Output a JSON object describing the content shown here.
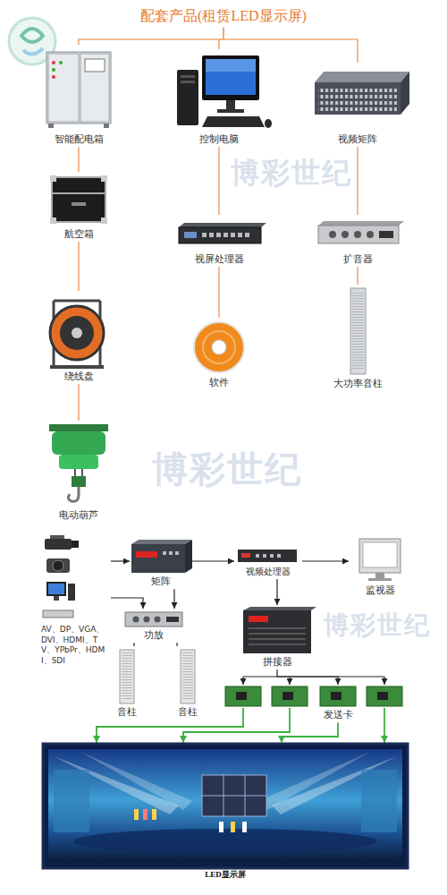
{
  "diagram": {
    "nodes": [
      {
        "text": [
          "配套产品(租赁LED显示屏)"
        ]
      },
      {
        "text": [
          "智能配电箱"
        ]
      },
      {
        "text": [
          "控制电脑"
        ]
      },
      {
        "text": [
          "视频矩阵"
        ]
      },
      {
        "text": [
          "航空箱"
        ]
      },
      {
        "text": [
          "视屏处理器"
        ]
      },
      {
        "text": [
          "扩音器"
        ]
      },
      {
        "text": [
          "绕线盘"
        ]
      },
      {
        "text": [
          "软件"
        ]
      },
      {
        "text": [
          "大功率音柱"
        ]
      },
      {
        "text": [
          "电动葫芦"
        ]
      },
      {
        "text": [
          "AV、DP、VGA、DVI、HDMI、TV、YPbPr、HDMI、SDI"
        ]
      },
      {
        "text": [
          "矩阵"
        ]
      },
      {
        "text": [
          "视频处理器"
        ]
      },
      {
        "text": [
          "监视器"
        ]
      },
      {
        "text": [
          "功放"
        ]
      },
      {
        "text": [
          "拼接器"
        ]
      },
      {
        "text": [
          "音柱"
        ]
      },
      {
        "text": [
          "音柱"
        ]
      },
      {
        "text": [
          "发送卡"
        ]
      },
      {
        "text": [
          "LED显示屏"
        ]
      }
    ],
    "edges": [
      {
        "from": 0,
        "to": 1,
        "arrow": "none"
      },
      {
        "from": 0,
        "to": 2,
        "arrow": "none"
      },
      {
        "from": 0,
        "to": 3,
        "arrow": "none"
      },
      {
        "from": 1,
        "to": 4,
        "arrow": "none"
      },
      {
        "from": 4,
        "to": 7,
        "arrow": "none"
      },
      {
        "from": 7,
        "to": 10,
        "arrow": "none"
      },
      {
        "from": 2,
        "to": 5,
        "arrow": "none"
      },
      {
        "from": 5,
        "to": 8,
        "arrow": "none"
      },
      {
        "from": 3,
        "to": 6,
        "arrow": "none"
      },
      {
        "from": 6,
        "to": 9,
        "arrow": "none"
      },
      {
        "from": 11,
        "to": 12,
        "arrow": "to"
      },
      {
        "from": 12,
        "to": 13,
        "arrow": "to"
      },
      {
        "from": 13,
        "to": 14,
        "arrow": "to"
      },
      {
        "from": 11,
        "to": 15,
        "arrow": "to"
      },
      {
        "from": 12,
        "to": 15,
        "arrow": "to"
      },
      {
        "from": 13,
        "to": 16,
        "arrow": "to"
      },
      {
        "from": 15,
        "to": 17,
        "arrow": "none"
      },
      {
        "from": 15,
        "to": 18,
        "arrow": "none"
      },
      {
        "from": 16,
        "to": 19,
        "arrow": "to"
      },
      {
        "from": 19,
        "to": 20,
        "arrow": "to"
      }
    ],
    "labels": [
      "博彩世纪",
      "博彩世纪",
      "博彩世纪"
    ]
  }
}
